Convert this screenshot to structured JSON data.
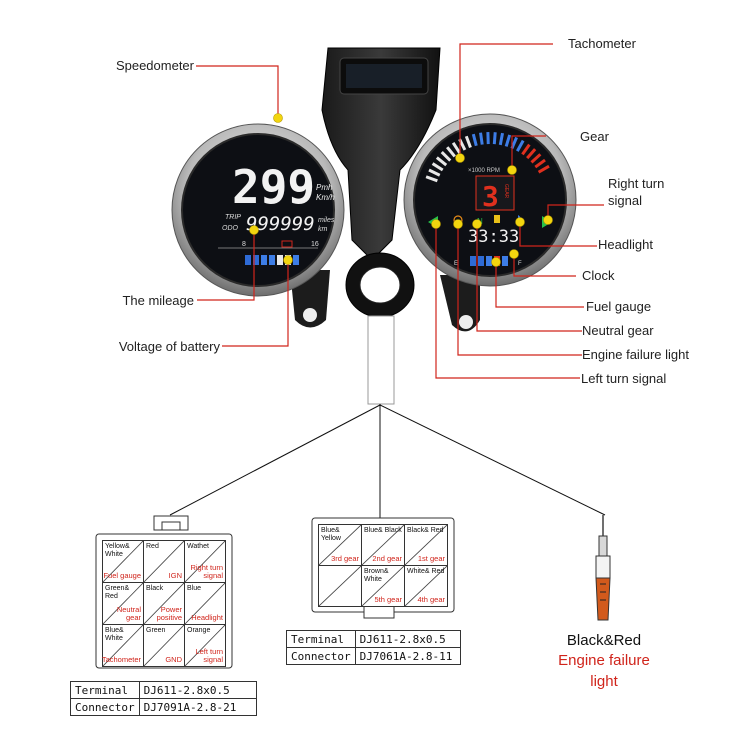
{
  "callouts_left": {
    "speedometer": "Speedometer",
    "mileage": "The mileage",
    "voltage": "Voltage of battery"
  },
  "callouts_right": {
    "tachometer": "Tachometer",
    "gear": "Gear",
    "right_turn_1": "Right turn",
    "right_turn_2": "signal",
    "headlight": "Headlight",
    "clock": "Clock",
    "fuel": "Fuel gauge",
    "neutral": "Neutral gear",
    "engine_failure": "Engine failure light",
    "left_turn": "Left turn signal"
  },
  "speedo_display": {
    "speed": "299",
    "unit_mph": "Pmh",
    "unit_kmh": "Km/h",
    "trip": "TRIP",
    "odo": "ODO",
    "mileage_value": "999999",
    "unit_miles": "miles",
    "unit_km": "km",
    "volt_low": "8",
    "volt_high": "16"
  },
  "tacho_display": {
    "rpm_label": "×1000 RPM",
    "gear_value": "3",
    "gear_word": "GEAR",
    "clock_value": "33:33",
    "fuel_e": "E",
    "fuel_f": "F"
  },
  "connector_9pin": {
    "cells": [
      {
        "wire": "Yellow& White",
        "func": "Fuel gauge"
      },
      {
        "wire": "Red",
        "func": "IGN"
      },
      {
        "wire": "Wathet",
        "func": "Right turn signal"
      },
      {
        "wire": "Green& Red",
        "func": "Neutral gear"
      },
      {
        "wire": "Black",
        "func": "Power positive"
      },
      {
        "wire": "Blue",
        "func": "Headlight"
      },
      {
        "wire": "Blue& White",
        "func": "Tachometer"
      },
      {
        "wire": "Green",
        "func": "GND"
      },
      {
        "wire": "Orange",
        "func": "Left turn signal"
      }
    ],
    "terminal_label": "Terminal",
    "terminal_value": "DJ611-2.8x0.5",
    "connector_label": "Connector",
    "connector_value": "DJ7091A-2.8-21"
  },
  "connector_6pin": {
    "cells": [
      {
        "wire": "Blue& Yellow",
        "func": "3rd gear"
      },
      {
        "wire": "Blue& Black",
        "func": "2nd gear"
      },
      {
        "wire": "Black& Red",
        "func": "1st gear"
      },
      {
        "wire": "",
        "func": ""
      },
      {
        "wire": "Brown& White",
        "func": "5th gear"
      },
      {
        "wire": "White& Red",
        "func": "4th gear"
      }
    ],
    "terminal_label": "Terminal",
    "terminal_value": "DJ611-2.8x0.5",
    "connector_label": "Connector",
    "connector_value": "DJ7061A-2.8-11"
  },
  "single_wire": {
    "wire": "Black&Red",
    "func_1": "Engine failure",
    "func_2": "light"
  },
  "colors": {
    "callout_red": "#d0241b",
    "dot_yellow": "#f2d50f",
    "bezel": "#c8c8c8",
    "dial": "#0d0f14",
    "gear_red": "#e0301e"
  }
}
